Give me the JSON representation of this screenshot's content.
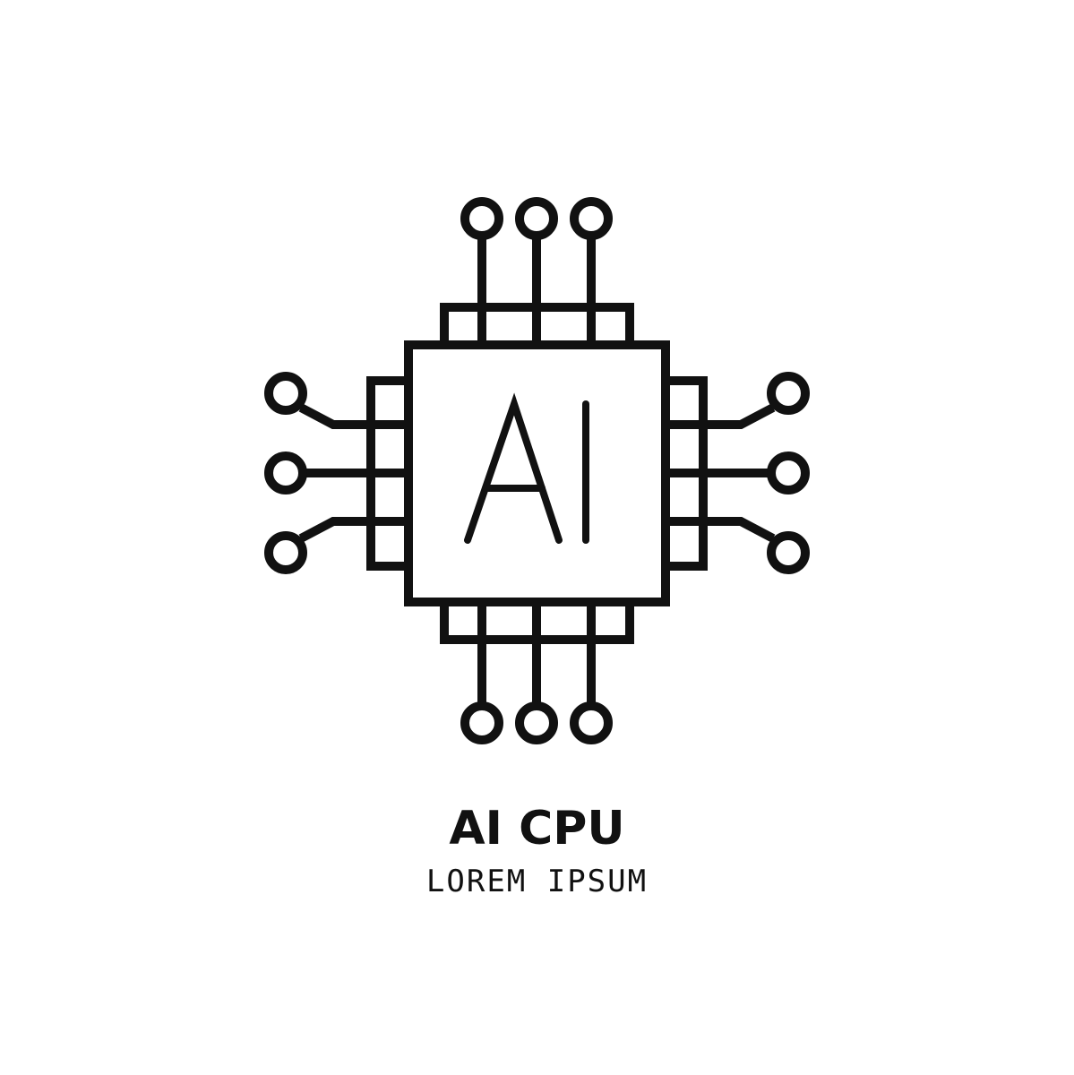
{
  "logo": {
    "title": "AI CPU",
    "subtitle": "LOREM IPSUM",
    "chip_label": "AI",
    "icon": "ai-chip-icon",
    "ink_color": "#111111",
    "background_color": "#ffffff"
  }
}
